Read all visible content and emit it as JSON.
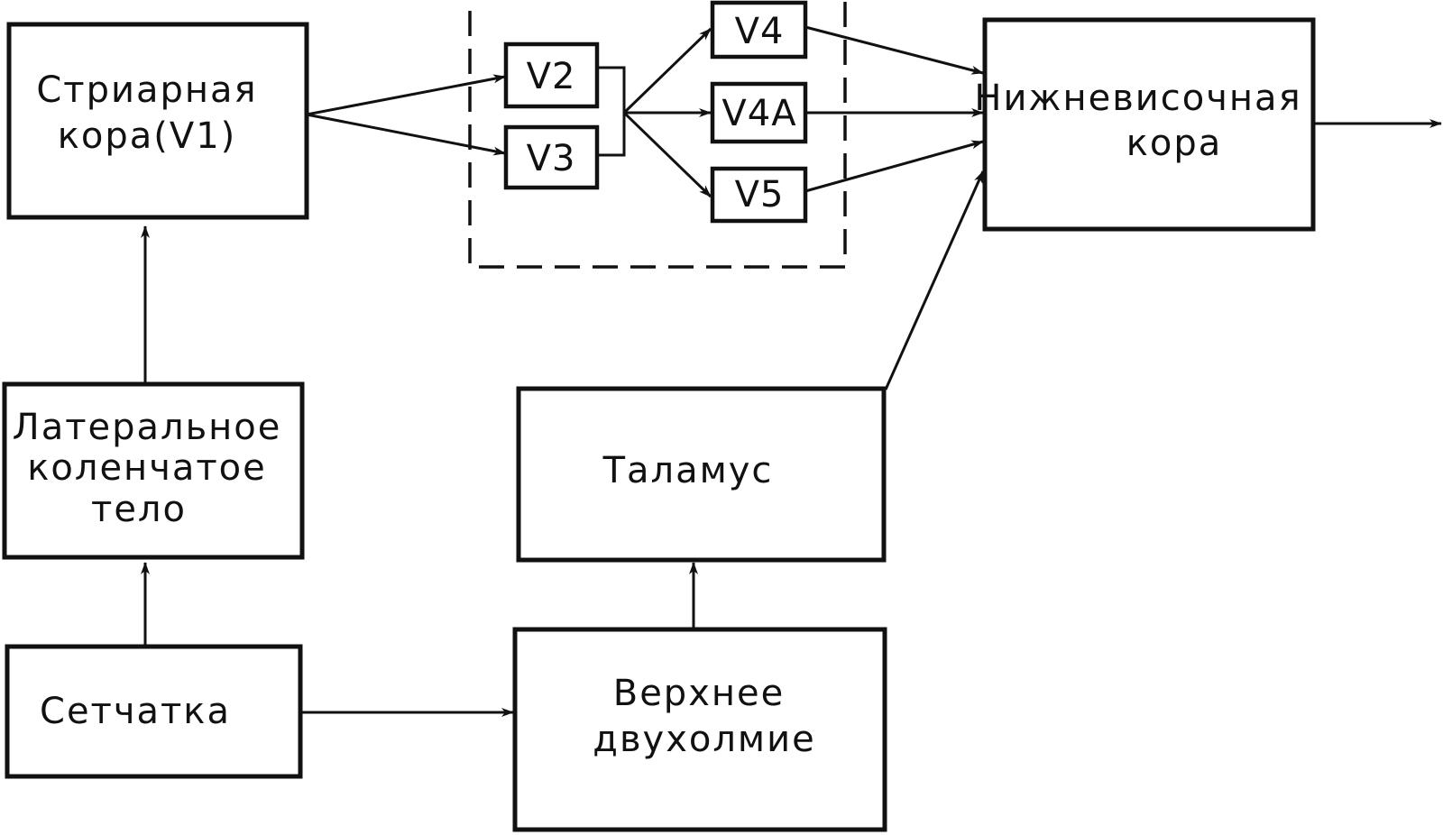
{
  "nodes": {
    "striate": {
      "lines": [
        "Стриарная",
        "кора(V1)"
      ]
    },
    "lgn": {
      "lines": [
        "Латеральное",
        "коленчатое",
        "тело"
      ]
    },
    "retina": {
      "lines": [
        "Сетчатка"
      ]
    },
    "v2": {
      "label": "V2"
    },
    "v3": {
      "label": "V3"
    },
    "v4": {
      "label": "V4"
    },
    "v4a": {
      "label": "V4A"
    },
    "v5": {
      "label": "V5"
    },
    "inferotemporal": {
      "lines": [
        "Нижневисочная",
        "кора"
      ]
    },
    "thalamus": {
      "lines": [
        "Таламус"
      ]
    },
    "colliculus": {
      "lines": [
        "Верхнее",
        "двухолмие"
      ]
    }
  },
  "colors": {
    "stroke": "#111111",
    "background": "#ffffff"
  }
}
